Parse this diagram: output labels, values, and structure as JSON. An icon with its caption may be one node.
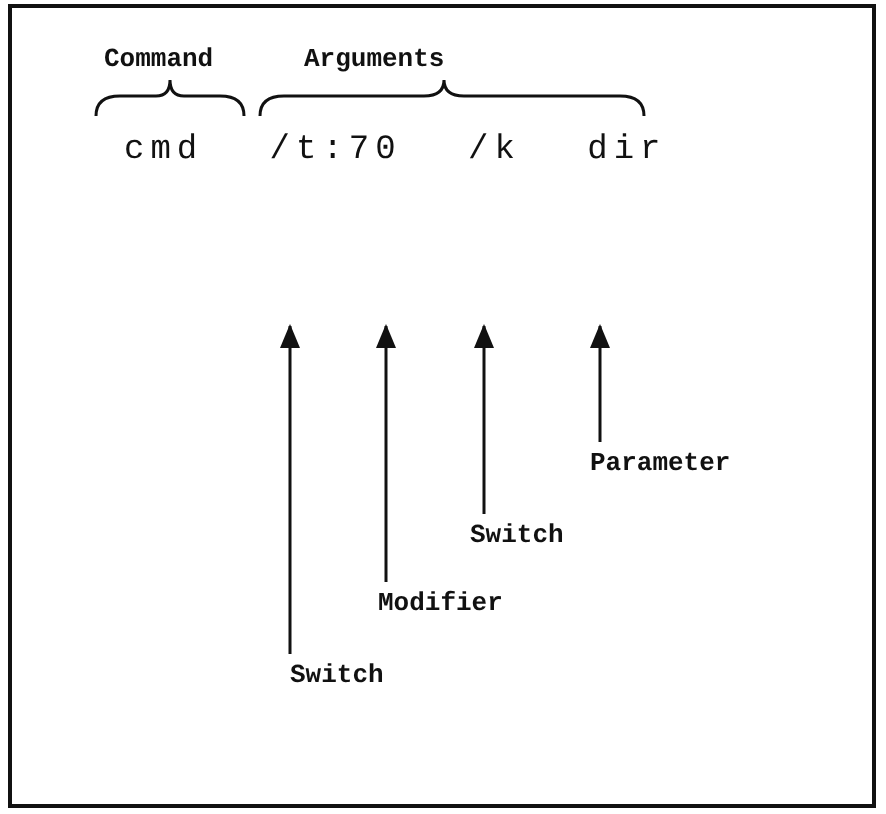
{
  "diagram": {
    "nodes": [
      {
        "text": [
          "Parameter"
        ]
      },
      {
        "text": [
          "Switch"
        ]
      },
      {
        "text": [
          "Modifier"
        ]
      },
      {
        "text": [
          "Switch"
        ]
      }
    ],
    "edges": [
      {
        "from": 3,
        "to": null,
        "arrow": "to"
      },
      {
        "from": 2,
        "to": null,
        "arrow": "to"
      },
      {
        "from": 1,
        "to": null,
        "arrow": "to"
      },
      {
        "from": 0,
        "to": null,
        "arrow": "to"
      }
    ],
    "labels": [
      "Command",
      "Arguments",
      "cmd /t:70 /k dir"
    ]
  }
}
